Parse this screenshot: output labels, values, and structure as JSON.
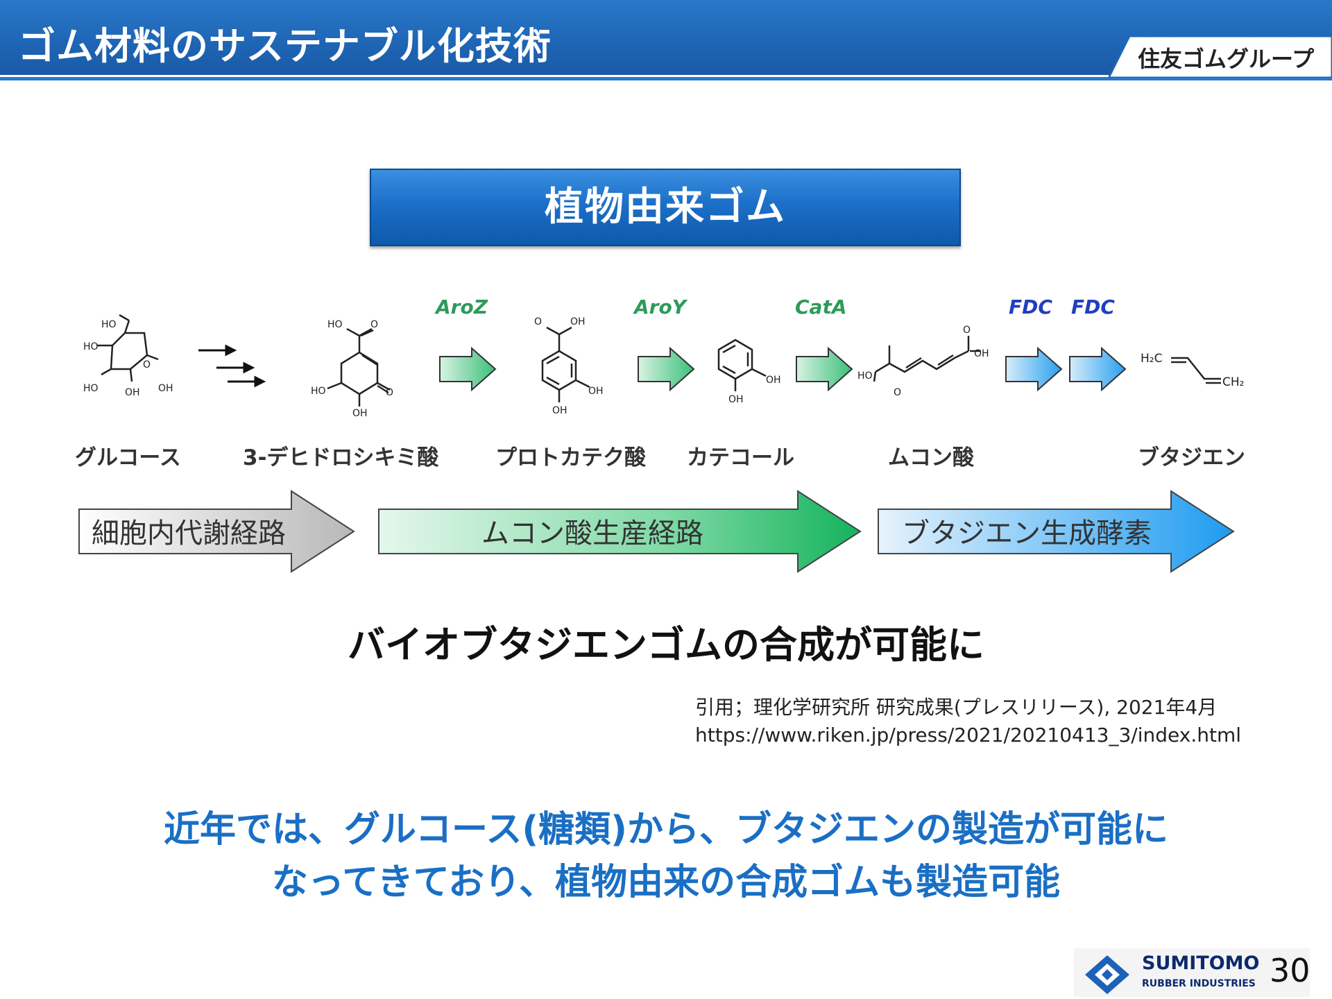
{
  "header": {
    "title": "ゴム材料のサステナブル化技術",
    "group": "住友ゴムグループ"
  },
  "banner": {
    "label": "植物由来ゴム"
  },
  "pathway": {
    "compounds": [
      "グルコース",
      "3-デヒドロシキミ酸",
      "プロトカテク酸",
      "カテコール",
      "ムコン酸",
      "ブタジエン"
    ],
    "enzymes": [
      "AroZ",
      "AroY",
      "CatA",
      "FDC",
      "FDC"
    ],
    "bands": [
      "細胞内代謝経路",
      "ムコン酸生産経路",
      "ブタジエン生成酵素"
    ],
    "atoms": {
      "ho": "HO",
      "oh": "OH",
      "o": "O",
      "h2c": "H₂C",
      "ch2": "CH₂"
    }
  },
  "result": "バイオブタジエンゴムの合成が可能に",
  "citation": {
    "line1": "引用；理化学研究所 研究成果(プレスリリース), 2021年4月",
    "line2": "https://www.riken.jp/press/2021/20210413_3/index.html"
  },
  "summary": {
    "line1": "近年では、グルコース(糖類)から、ブタジエンの製造が可能に",
    "line2": "なってきており、植物由来の合成ゴムも製造可能"
  },
  "footer": {
    "logo_name": "SUMITOMO",
    "logo_sub": "RUBBER INDUSTRIES",
    "page_number": "30"
  },
  "colors": {
    "header_blue": "#1f66b6",
    "enzyme_green": "#2e9a5c",
    "enzyme_blue": "#1f3fbf",
    "summary_blue": "#1a6fc4"
  }
}
